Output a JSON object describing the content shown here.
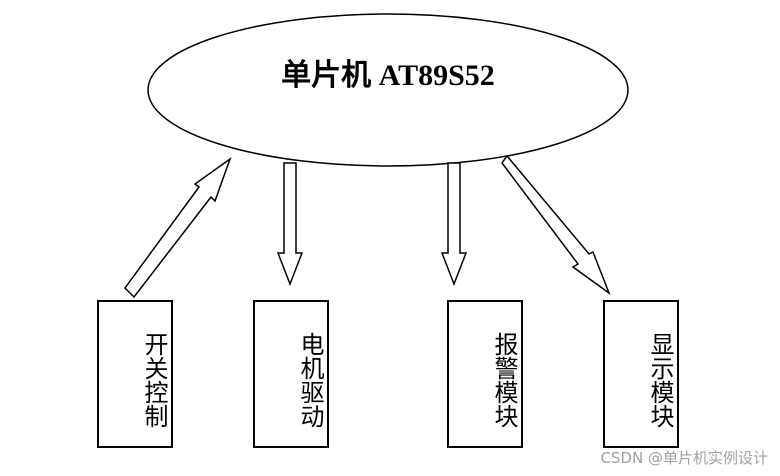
{
  "mcu": {
    "label": "单片机 AT89S52"
  },
  "modules": [
    {
      "label": "开关控制",
      "direction": "to-mcu"
    },
    {
      "label": "电机驱动",
      "direction": "from-mcu"
    },
    {
      "label": "报警模块",
      "direction": "from-mcu"
    },
    {
      "label": "显示模块",
      "direction": "from-mcu"
    }
  ],
  "watermark": "CSDN @单片机实例设计"
}
